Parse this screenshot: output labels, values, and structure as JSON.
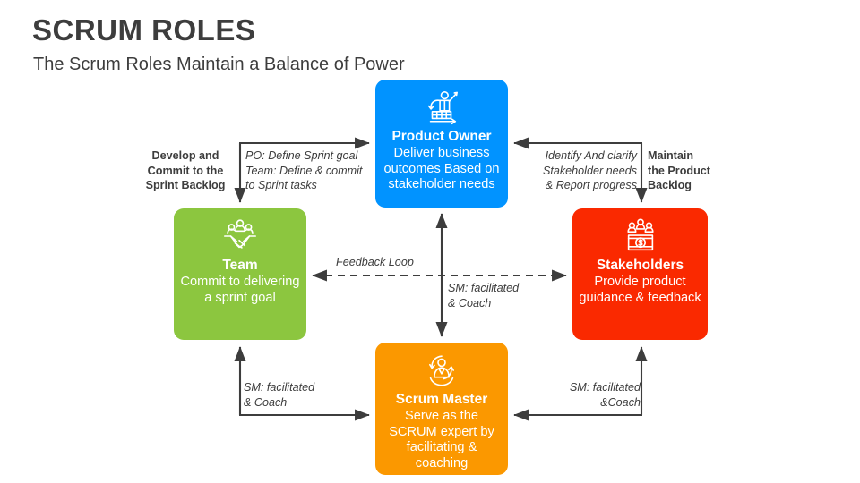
{
  "header": {
    "title": "SCRUM ROLES",
    "subtitle": "The Scrum Roles Maintain a Balance of Power"
  },
  "colors": {
    "product_owner": "#0193ff",
    "team": "#8cc63f",
    "stakeholders": "#fa2900",
    "scrum_master": "#fb9800",
    "connector": "#3d3d3d",
    "text": "#3d3d3d",
    "background": "#ffffff"
  },
  "boxes": [
    {
      "id": "product-owner",
      "title": "Product Owner",
      "description": "Deliver business outcomes Based on stakeholder needs",
      "icon": "presenter-chart-icon",
      "color": "#0193ff"
    },
    {
      "id": "team",
      "title": "Team",
      "description": "Commit to delivering a sprint goal",
      "icon": "handshake-people-icon",
      "color": "#8cc63f"
    },
    {
      "id": "stakeholders",
      "title": "Stakeholders",
      "description": "Provide product guidance & feedback",
      "icon": "people-money-icon",
      "color": "#fa2900"
    },
    {
      "id": "scrum-master",
      "title": "Scrum Master",
      "description": "Serve as the SCRUM expert by facilitating & coaching",
      "icon": "person-cycle-icon",
      "color": "#fb9800"
    }
  ],
  "edge_labels": {
    "develop_commit": "Develop and\nCommit to the\nSprint Backlog",
    "po_define": "PO: Define Sprint goal\nTeam: Define & commit\nto Sprint tasks",
    "identify_clarify": "Identify And clarify\nStakeholder needs\n& Report progress",
    "maintain_backlog": "Maintain\nthe Product\nBacklog",
    "feedback_loop": "Feedback Loop",
    "sm_center": "SM: facilitated\n& Coach",
    "sm_left": "SM: facilitated\n& Coach",
    "sm_right": "SM: facilitated\n&Coach"
  },
  "connectors": [
    {
      "id": "po-to-team",
      "from": "Product Owner",
      "to": "Team",
      "style": "solid",
      "arrows": "both-ends-t-shape"
    },
    {
      "id": "stakeholders-to-po",
      "from": "Stakeholders",
      "to": "Product Owner",
      "style": "solid",
      "arrows": "both-ends-t-shape"
    },
    {
      "id": "team-stakeholders-feedback",
      "from": "Team",
      "to": "Stakeholders",
      "style": "dashed",
      "arrows": "bidirectional"
    },
    {
      "id": "po-scrum-master",
      "from": "Product Owner",
      "to": "Scrum Master",
      "style": "solid",
      "arrows": "bidirectional"
    },
    {
      "id": "scrum-master-to-team",
      "from": "Scrum Master",
      "to": "Team",
      "style": "solid",
      "arrows": "both-ends"
    },
    {
      "id": "scrum-master-to-stakeholders",
      "from": "Scrum Master",
      "to": "Stakeholders",
      "style": "solid",
      "arrows": "both-ends"
    }
  ]
}
